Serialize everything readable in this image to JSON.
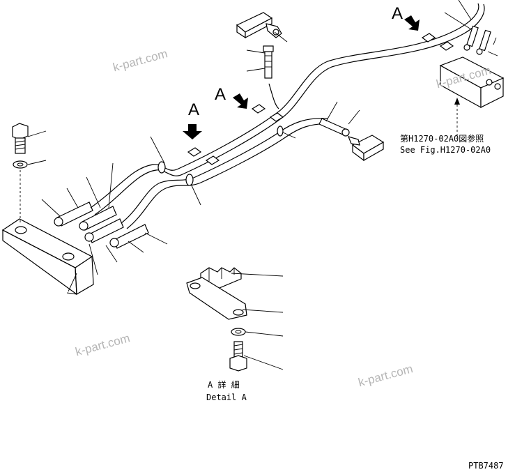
{
  "view_labels": {
    "arrow_left": "A",
    "arrow_middle": "A",
    "arrow_top_right": "A"
  },
  "reference": {
    "line_jp": "第H1270-02A0図参照",
    "line_en": "See Fig.H1270-02A0"
  },
  "detail": {
    "title_jp": "A 詳 細",
    "title_en": "Detail A"
  },
  "drawing_number": "PTB7487",
  "watermarks": [
    "k-part.com",
    "k-part.com",
    "k-part.com",
    "k-part.com"
  ],
  "colors": {
    "line": "#000000",
    "watermark": "#b5b5b5",
    "background": "#ffffff"
  }
}
